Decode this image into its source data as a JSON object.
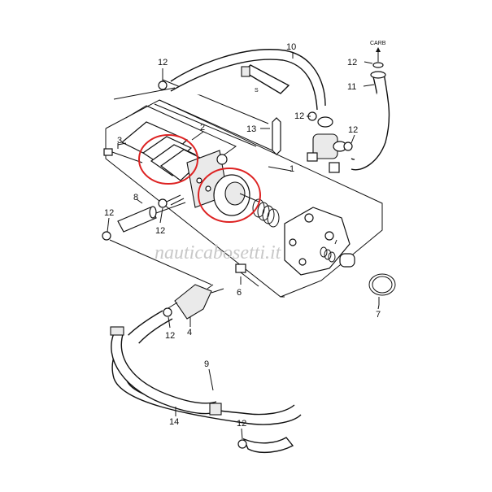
{
  "diagram": {
    "labels": {
      "p1": "1",
      "p2": "2",
      "p3": "3",
      "p4": "4",
      "p6": "6",
      "p7": "7",
      "p8": "8",
      "p9": "9",
      "p10": "10",
      "p11": "11",
      "p12": "12",
      "p13": "13",
      "p14": "14",
      "carb": "CARB",
      "s": "S"
    },
    "watermark": "nauticabosetti.it",
    "highlight_color": "#d22222"
  }
}
